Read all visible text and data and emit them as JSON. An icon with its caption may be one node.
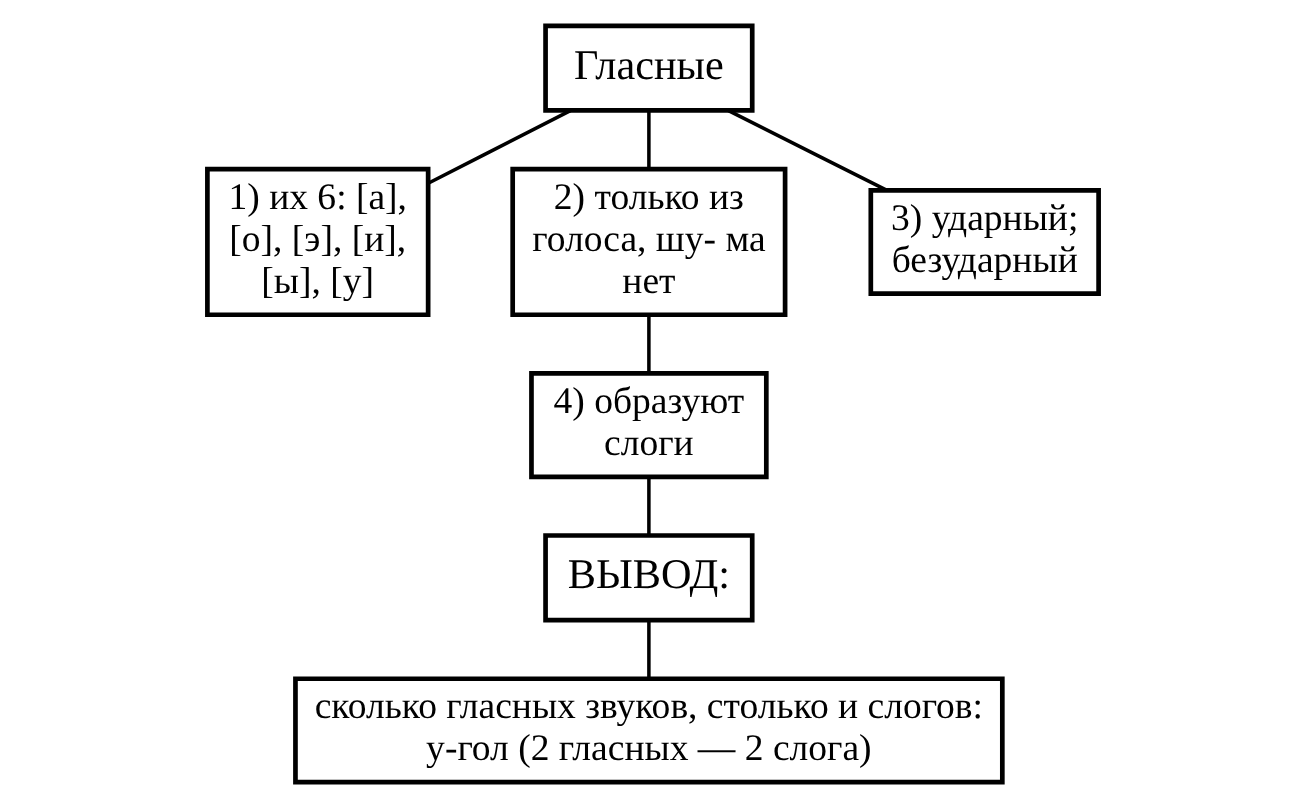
{
  "diagram": {
    "nodes": [
      {
        "text": [
          "Гласные"
        ]
      },
      {
        "text": [
          "1) их 6: [а], [о], [э], [и], [ы], [у]"
        ]
      },
      {
        "text": [
          "2) только из голоса, шу- ма нет"
        ]
      },
      {
        "text": [
          "3) ударный; безударный"
        ]
      },
      {
        "text": [
          "4) образуют слоги"
        ]
      },
      {
        "text": [
          "ВЫВОД:"
        ]
      },
      {
        "text": [
          "сколько гласных звуков, столько и слогов: у-гол (2 гласных — 2 слога)"
        ]
      }
    ],
    "edges": [
      {
        "from": 0,
        "to": 1,
        "arrow": "none"
      },
      {
        "from": 0,
        "to": 2,
        "arrow": "none"
      },
      {
        "from": 0,
        "to": 3,
        "arrow": "none"
      },
      {
        "from": 2,
        "to": 4,
        "arrow": "none"
      },
      {
        "from": 4,
        "to": 5,
        "arrow": "none"
      },
      {
        "from": 5,
        "to": 6,
        "arrow": "none"
      }
    ]
  }
}
